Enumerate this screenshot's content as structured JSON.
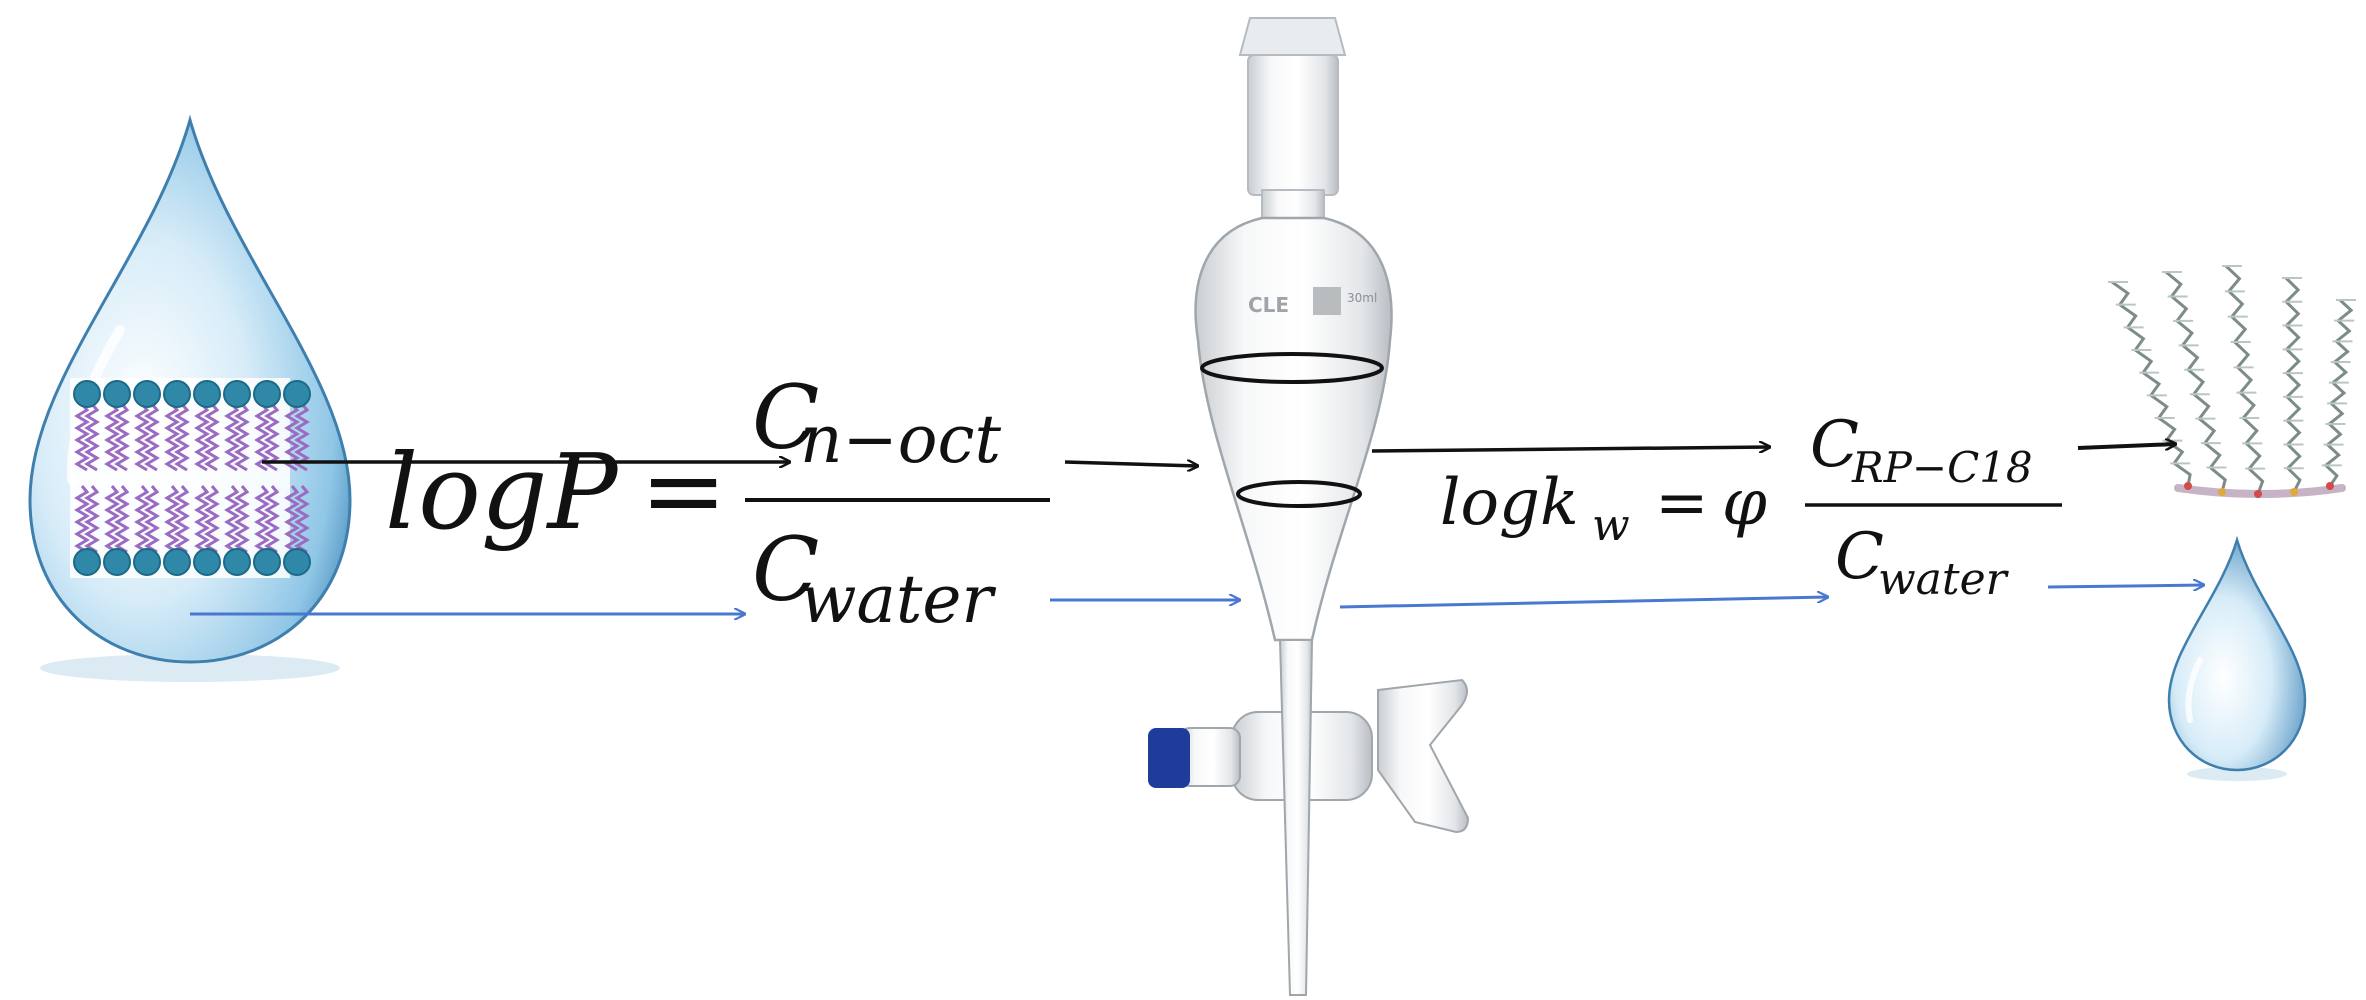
{
  "equation_left": {
    "lhs": "logP",
    "equals": "=",
    "numerator_base": "C",
    "numerator_sub": "n−oct",
    "denominator_base": "C",
    "denominator_sub": "water"
  },
  "equation_right": {
    "lhs_base": "logk",
    "lhs_sub": "w",
    "equals": "=",
    "coefficient": "φ",
    "numerator_base": "C",
    "numerator_sub": "RP−C18",
    "denominator_base": "C",
    "denominator_sub": "water"
  },
  "funnel_label": {
    "brand": "CLE",
    "volume": "30ml"
  },
  "colors": {
    "black_arrow": "#111111",
    "blue_arrow": "#4a78d0",
    "water_drop": "#8fc6e6",
    "lipid_head": "#2f88a8",
    "lipid_tail": "#9b6bc1",
    "stopper_cap": "#1f3c9a"
  },
  "icons": {
    "membrane": "lipid-bilayer-drop-icon",
    "funnel": "separatory-funnel-icon",
    "c18": "c18-chains-icon",
    "water": "water-drop-icon"
  }
}
